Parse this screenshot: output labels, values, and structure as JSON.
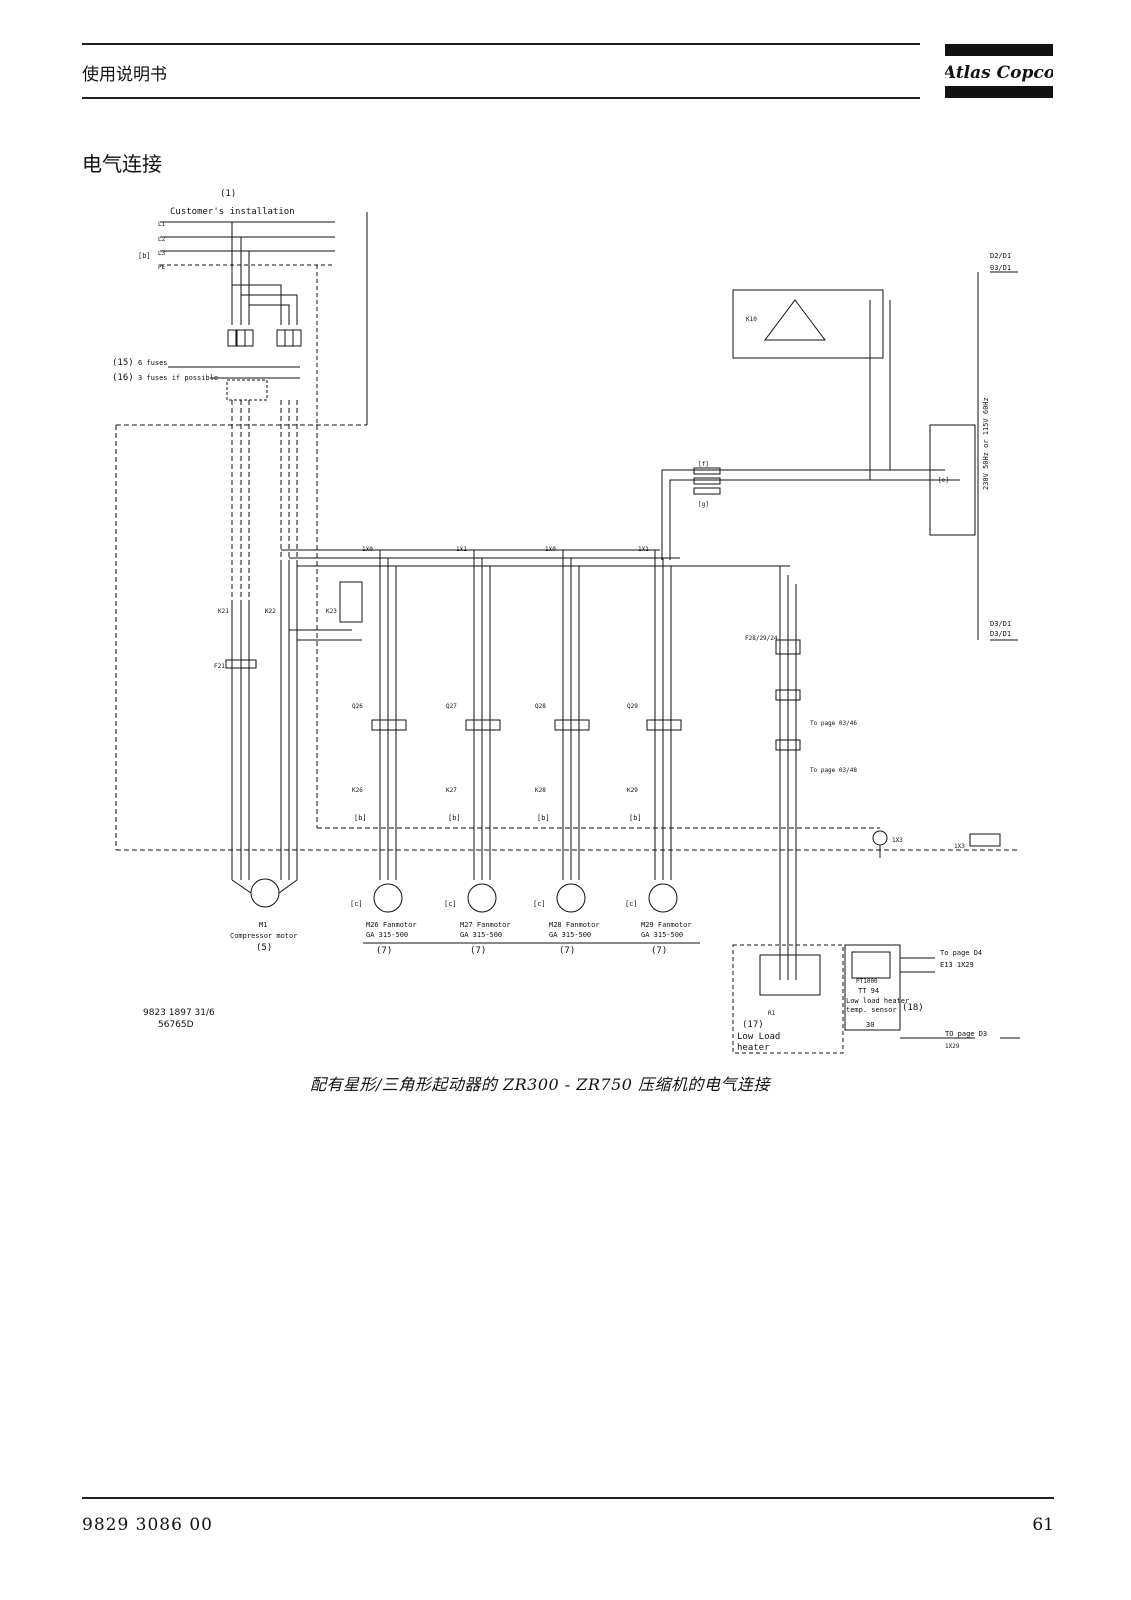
{
  "header": {
    "title": "使用说明书",
    "logo_text": "Atlas Copco"
  },
  "section_title": "电气连接",
  "diagram": {
    "customer_install_num": "(1)",
    "customer_install": "Customer's installation",
    "bus": [
      "L1",
      "L2",
      "L3",
      "PE"
    ],
    "b_tag": "[b]",
    "fuses6_num": "(15)",
    "fuses6": "6 fuses",
    "fuses3_num": "(16)",
    "fuses3": "3 fuses if possible",
    "km_main": [
      "K21",
      "K22",
      "K23"
    ],
    "overload": "F21",
    "motor_name": "M1",
    "motor_desc": "Compressor motor",
    "motor_num": "(5)",
    "fan_tags": [
      "1X0",
      "1X1",
      "1X0",
      "1X1"
    ],
    "fans": [
      {
        "name": "M26 Fanmotor",
        "model": "GA 315-500",
        "num": "(7)",
        "q": "Q26",
        "k": "K26"
      },
      {
        "name": "M27 Fanmotor",
        "model": "GA 315-500",
        "num": "(7)",
        "q": "Q27",
        "k": "K27"
      },
      {
        "name": "M28 Fanmotor",
        "model": "GA 315-500",
        "num": "(7)",
        "q": "Q28",
        "k": "K28"
      },
      {
        "name": "M29 Fanmotor",
        "model": "GA 315-500",
        "num": "(7)",
        "q": "Q29",
        "k": "K29"
      }
    ],
    "c_tag": "[c]",
    "f_tag": "[f]",
    "g_tag": "[g]",
    "e_tag": "[e]",
    "fuse_f": "F28/29/24",
    "to_page_1": "To page 03/46",
    "to_page_2": "To page 03/48",
    "heater_num": "(17)",
    "heater_l1": "Low Load",
    "heater_l2": "heater",
    "r1": "R1",
    "pt": "PT1000",
    "tt": "TT 94",
    "tt_l1": "Low load heater",
    "tt_l2": "temp. sensor",
    "tt_num": "(18)",
    "tt_val": "30",
    "to_page_d4": "To page D4",
    "e13": "E13 1X29",
    "to_page_d3": "TO page D3",
    "x29": "1X29",
    "x3": "1X3",
    "transformer": "230V 50Hz or 115V 60Hz",
    "ref_top1": "D2/D1",
    "ref_top2": "03/D1",
    "ref_bot1": "D3/D1",
    "ref_bot2": "D3/D1",
    "k10": "K10",
    "code1": "9823 1897 31/6",
    "code2": "56765D"
  },
  "caption": "配有星形/三角形起动器的 ZR300 - ZR750 压缩机的电气连接",
  "footer": {
    "doc_number": "9829 3086 00",
    "page": "61"
  }
}
